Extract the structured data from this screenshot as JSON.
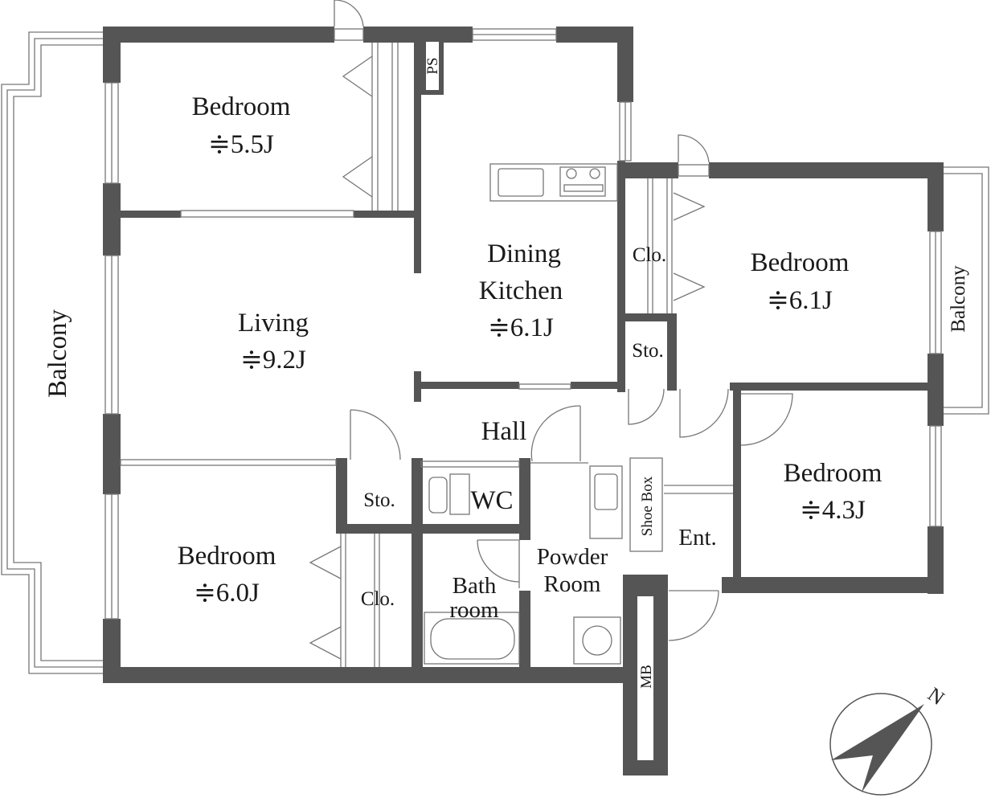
{
  "rooms": {
    "bedroom_nw": {
      "name": "Bedroom",
      "size": "≑5.5J"
    },
    "living": {
      "name": "Living",
      "size": "≑9.2J"
    },
    "dining_kitchen": {
      "name_line1": "Dining",
      "name_line2": "Kitchen",
      "size": "≑6.1J"
    },
    "bedroom_e": {
      "name": "Bedroom",
      "size": "≑6.1J"
    },
    "bedroom_se": {
      "name": "Bedroom",
      "size": "≑4.3J"
    },
    "bedroom_sw": {
      "name": "Bedroom",
      "size": "≑6.0J"
    },
    "hall": {
      "name": "Hall"
    },
    "wc": {
      "name": "WC"
    },
    "bath": {
      "line1": "Bath",
      "line2": "room"
    },
    "powder": {
      "line1": "Powder",
      "line2": "Room"
    },
    "entrance": {
      "name": "Ent."
    }
  },
  "labels": {
    "balcony_west": "Balcony",
    "balcony_east": "Balcony",
    "ps": "PS",
    "mb": "MB",
    "shoe_box": "Shoe Box",
    "closet_e": "Clo.",
    "closet_sw": "Clo.",
    "storage_e": "Sto.",
    "storage_w": "Sto."
  },
  "compass": {
    "north": "N"
  },
  "colors": {
    "wall": "#555555",
    "line": "#777777",
    "text": "#1a1a1a"
  }
}
